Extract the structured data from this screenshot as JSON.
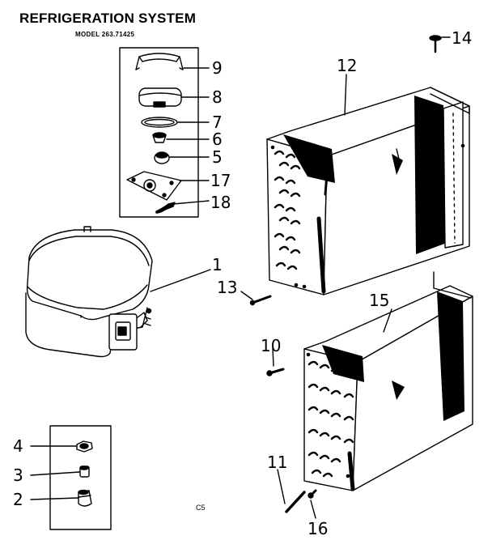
{
  "header": {
    "title": "REFRIGERATION SYSTEM",
    "model": "MODEL 263.71425"
  },
  "footer": {
    "code": "C5"
  },
  "callouts": [
    "1",
    "2",
    "3",
    "4",
    "5",
    "6",
    "7",
    "8",
    "9",
    "10",
    "11",
    "12",
    "13",
    "14",
    "15",
    "16",
    "17",
    "18"
  ]
}
